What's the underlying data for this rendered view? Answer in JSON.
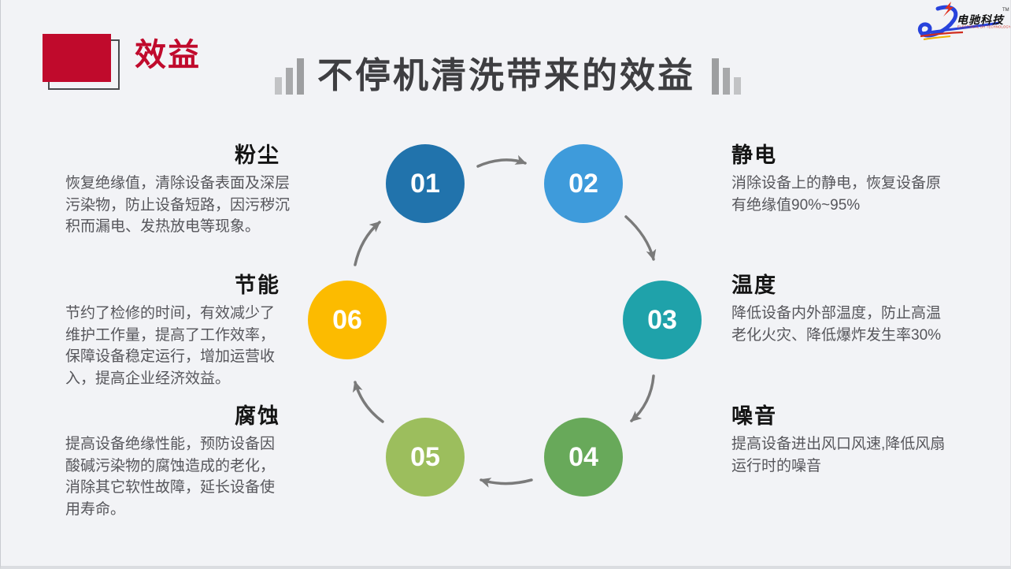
{
  "header": {
    "corner_label": "效益",
    "title": "不停机清洗带来的效益"
  },
  "logo": {
    "brand": "电驰科技",
    "tm": "TM",
    "tagline": "ELECTRICAL DH TECHNOLOGY"
  },
  "colors": {
    "accent_red": "#C00A2C",
    "title_gray": "#3E3E41",
    "arrow_gray": "#7A7A7A"
  },
  "icons": {
    "left_of_title": "ascending-bars-icon",
    "right_of_title": "descending-bars-icon"
  },
  "items": [
    {
      "num": "01",
      "title": "粉尘",
      "color": "#2173AC",
      "desc_lines": [
        "恢复绝缘值，清除设备表面及深层",
        "污染物，防止设备短路，因污秽沉",
        "积而漏电、发热放电等现象。"
      ]
    },
    {
      "num": "02",
      "title": "静电",
      "color": "#3E9BDB",
      "desc_lines": [
        "消除设备上的静电，恢复设备原",
        "有绝缘值90%~95%"
      ]
    },
    {
      "num": "03",
      "title": "温度",
      "color": "#1FA2AA",
      "desc_lines": [
        "降低设备内外部温度，防止高温",
        "老化火灾、降低爆炸发生率30%"
      ]
    },
    {
      "num": "04",
      "title": "噪音",
      "color": "#68A95A",
      "desc_lines": [
        "提高设备进出风口风速,降低风扇",
        "运行时的噪音"
      ]
    },
    {
      "num": "05",
      "title": "腐蚀",
      "color": "#9CBE5D",
      "desc_lines": [
        "提高设备绝缘性能，预防设备因",
        "酸碱污染物的腐蚀造成的老化，",
        "消除其它软性故障，延长设备使",
        "用寿命。"
      ]
    },
    {
      "num": "06",
      "title": "节能",
      "color": "#FCBB00",
      "desc_lines": [
        "节约了检修的时间，有效减少了",
        "维护工作量，提高了工作效率，",
        "保障设备稳定运行，增加运营收",
        "入，提高企业经济效益。"
      ]
    }
  ]
}
